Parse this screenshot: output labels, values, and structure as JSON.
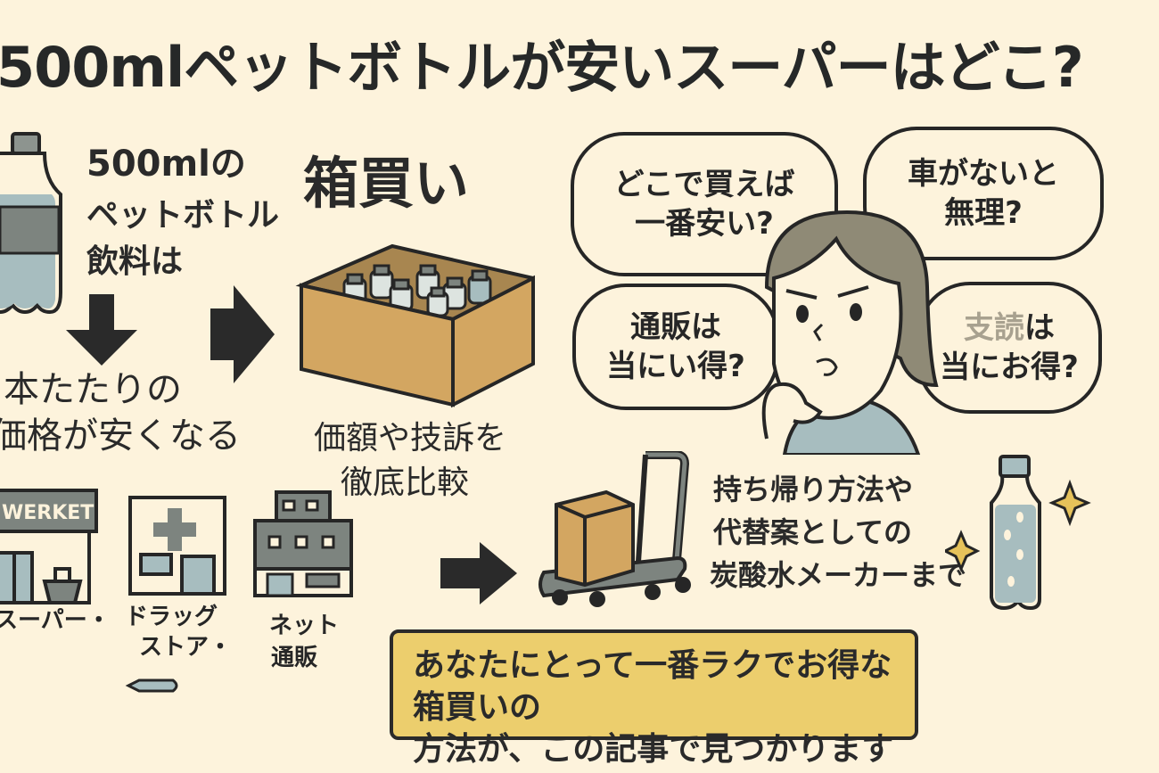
{
  "title": "500mlペットボトルが安いスーパーはどこ?",
  "intro": {
    "lines": [
      "500mlの",
      "ペットボトル",
      "飲料は"
    ],
    "result_lines": [
      "本たたりの",
      "価格が安くなる"
    ]
  },
  "bulk_buy": {
    "heading": "箱買い",
    "compare_lines": [
      "価額や技訴を",
      "徹底比較"
    ]
  },
  "bubbles": [
    {
      "lines": [
        "どこで買えば",
        "一番安い?"
      ]
    },
    {
      "lines": [
        "車がないと",
        "無理?"
      ]
    },
    {
      "lines": [
        "通販は",
        "当にい得?"
      ]
    },
    {
      "faded": "支読",
      "line1_rest": "は",
      "line2": "当にお得?"
    }
  ],
  "stores": [
    {
      "sign": "WERKET",
      "label_lines": [
        "スーパー・"
      ],
      "icon": "supermarket-icon"
    },
    {
      "label_lines": [
        "ドラッグ",
        "ストア・"
      ],
      "icon": "drugstore-icon"
    },
    {
      "label_lines": [
        "ネット",
        "通販"
      ],
      "icon": "online-shop-building-icon"
    }
  ],
  "carry_home": {
    "lines": [
      "持ち帰り方法や",
      "代替案としての",
      "炭酸水メーカーまで"
    ]
  },
  "cta": {
    "lines": [
      "あなたにとって一番ラクでお得な箱買いの",
      "方法が、この記事で見つかります"
    ]
  },
  "colors": {
    "background": "#fdf3dc",
    "ink": "#262626",
    "cardboard": "#d3a661",
    "water": "#a7bdbf",
    "label_gray": "#7d847f",
    "hair": "#8f8a76",
    "cta_yellow": "#ecce6d",
    "sparkle": "#e6c25a"
  }
}
